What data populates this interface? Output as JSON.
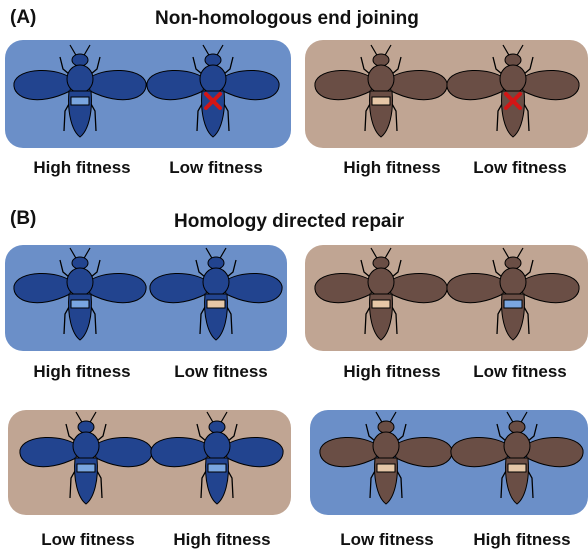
{
  "colors": {
    "blue_panel": "#6b8fc8",
    "brown_panel": "#c0a593",
    "blue_fly": "#22448f",
    "brown_fly": "#6a4e45",
    "tan_marker": "#e6c7a7",
    "blue_marker": "#7aa6e0",
    "red_x": "#d31616"
  },
  "sectionA": {
    "letter": "(A)",
    "title": "Non-homologous end joining",
    "panels": [
      {
        "background": "blue",
        "flies": [
          {
            "body": "blue",
            "marker": "blue",
            "disrupted": false,
            "label": "High fitness"
          },
          {
            "body": "blue",
            "marker": "none",
            "disrupted": true,
            "label": "Low fitness"
          }
        ]
      },
      {
        "background": "brown",
        "flies": [
          {
            "body": "brown",
            "marker": "tan",
            "disrupted": false,
            "label": "High fitness"
          },
          {
            "body": "brown",
            "marker": "none",
            "disrupted": true,
            "label": "Low fitness"
          }
        ]
      }
    ]
  },
  "sectionB": {
    "letter": "(B)",
    "title": "Homology directed repair",
    "panels": [
      {
        "background": "blue",
        "flies": [
          {
            "body": "blue",
            "marker": "blue",
            "label": "High fitness"
          },
          {
            "body": "blue",
            "marker": "tan",
            "label": "Low fitness"
          }
        ]
      },
      {
        "background": "brown",
        "flies": [
          {
            "body": "brown",
            "marker": "tan",
            "label": "High fitness"
          },
          {
            "body": "brown",
            "marker": "blue",
            "label": "Low fitness"
          }
        ]
      },
      {
        "background": "brown",
        "flies": [
          {
            "body": "blue",
            "marker": "blue",
            "label": "Low fitness"
          },
          {
            "body": "blue",
            "marker": "blue",
            "label": "High fitness"
          }
        ]
      },
      {
        "background": "blue",
        "flies": [
          {
            "body": "brown",
            "marker": "tan",
            "label": "Low fitness"
          },
          {
            "body": "brown",
            "marker": "tan",
            "label": "High fitness"
          }
        ]
      }
    ]
  }
}
